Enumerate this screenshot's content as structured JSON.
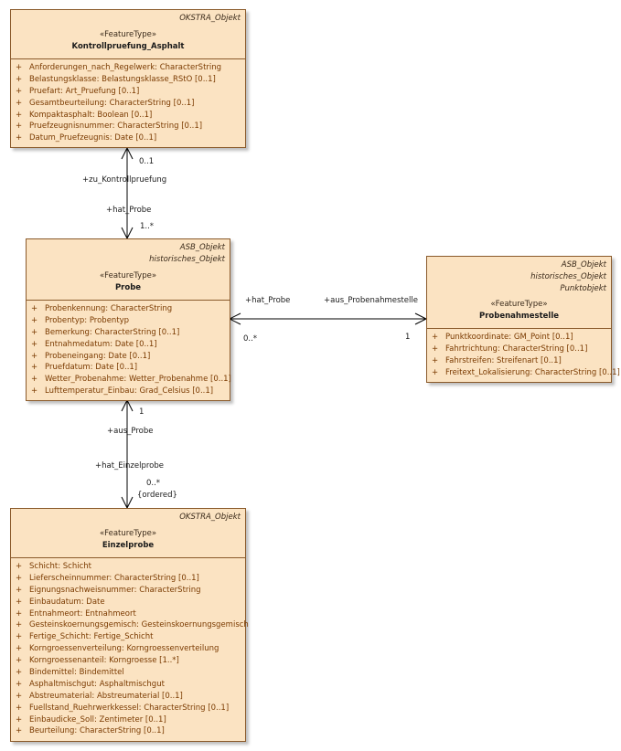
{
  "classes": {
    "kontroll": {
      "tags": [
        "OKSTRA_Objekt"
      ],
      "stereotype": "«FeatureType»",
      "name": "Kontrollpruefung_Asphalt",
      "attributes": [
        "Anforderungen_nach_Regelwerk: CharacterString",
        "Belastungsklasse: Belastungsklasse_RStO [0..1]",
        "Pruefart: Art_Pruefung [0..1]",
        "Gesamtbeurteilung: CharacterString [0..1]",
        "Kompaktasphalt: Boolean [0..1]",
        "Pruefzeugnisnummer: CharacterString [0..1]",
        "Datum_Pruefzeugnis: Date [0..1]"
      ]
    },
    "probe": {
      "tags": [
        "ASB_Objekt",
        "historisches_Objekt"
      ],
      "stereotype": "«FeatureType»",
      "name": "Probe",
      "attributes": [
        "Probenkennung: CharacterString",
        "Probentyp: Probentyp",
        "Bemerkung: CharacterString [0..1]",
        "Entnahmedatum: Date [0..1]",
        "Probeneingang: Date [0..1]",
        "Pruefdatum: Date [0..1]",
        "Wetter_Probenahme: Wetter_Probenahme [0..1]",
        "Lufttemperatur_Einbau: Grad_Celsius [0..1]"
      ]
    },
    "probenahmestelle": {
      "tags": [
        "ASB_Objekt",
        "historisches_Objekt",
        "Punktobjekt"
      ],
      "stereotype": "«FeatureType»",
      "name": "Probenahmestelle",
      "attributes": [
        "Punktkoordinate: GM_Point [0..1]",
        "Fahrtrichtung: CharacterString [0..1]",
        "Fahrstreifen: Streifenart [0..1]",
        "Freitext_Lokalisierung: CharacterString [0..1]"
      ]
    },
    "einzelprobe": {
      "tags": [
        "OKSTRA_Objekt"
      ],
      "stereotype": "«FeatureType»",
      "name": "Einzelprobe",
      "attributes": [
        "Schicht: Schicht",
        "Lieferscheinnummer: CharacterString [0..1]",
        "Eignungsnachweisnummer: CharacterString",
        "Einbaudatum: Date",
        "Entnahmeort: Entnahmeort",
        "Gesteinskoernungsgemisch: Gesteinskoernungsgemisch",
        "Fertige_Schicht: Fertige_Schicht",
        "Korngroessenverteilung: Korngroessenverteilung",
        "Korngroessenanteil: Korngroesse [1..*]",
        "Bindemittel: Bindemittel",
        "Asphaltmischgut: Asphaltmischgut",
        "Abstreumaterial: Abstreumaterial [0..1]",
        "Fuellstand_Ruehrwerkkessel: CharacterString [0..1]",
        "Einbaudicke_Soll: Zentimeter [0..1]",
        "Beurteilung: CharacterString [0..1]"
      ]
    }
  },
  "associations": {
    "kontroll_probe": {
      "role_top": "+zu_Kontrollpruefung",
      "mult_top": "0..1",
      "role_bottom": "+hat_Probe",
      "mult_bottom": "1..*"
    },
    "probe_stelle": {
      "role_left": "+hat_Probe",
      "mult_left": "0..*",
      "role_right": "+aus_Probenahmestelle",
      "mult_right": "1"
    },
    "probe_einzel": {
      "role_top": "+aus_Probe",
      "mult_top": "1",
      "role_bottom": "+hat_Einzelprobe",
      "mult_bottom": "0..*",
      "constraint": "{ordered}"
    }
  },
  "visibility_symbol": "+",
  "colors": {
    "class_fill": "#fbe3c2",
    "border": "#8a5a2b",
    "attribute_text": "#7a3a00",
    "line": "#000000"
  }
}
